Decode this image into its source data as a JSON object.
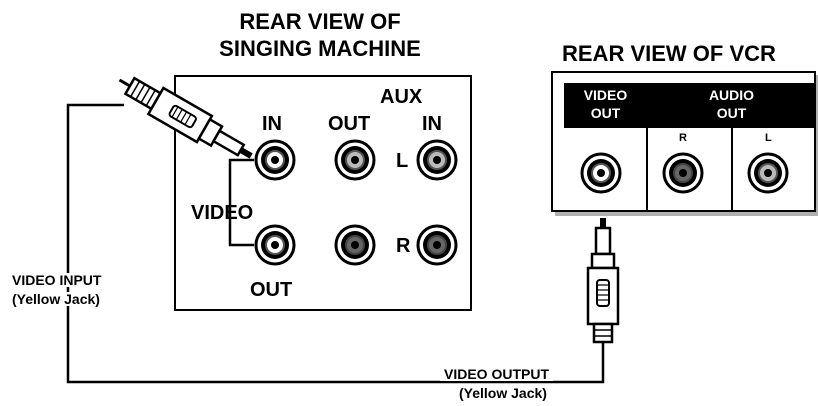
{
  "singing_machine": {
    "title_line1": "REAR VIEW OF",
    "title_line2": "SINGING MACHINE",
    "aux_label": "AUX",
    "in_label": "IN",
    "out_label": "OUT",
    "aux_in_label": "IN",
    "l_label": "L",
    "r_label": "R",
    "video_label": "VIDEO",
    "video_out_label": "OUT"
  },
  "vcr": {
    "title": "REAR VIEW OF VCR",
    "video_out_line1": "VIDEO",
    "video_out_line2": "OUT",
    "audio_out_line1": "AUDIO",
    "audio_out_line2": "OUT",
    "r_label": "R",
    "l_label": "L"
  },
  "callouts": {
    "video_input_line1": "VIDEO INPUT",
    "video_input_line2": "(Yellow Jack)",
    "video_output_line1": "VIDEO OUTPUT",
    "video_output_line2": "(Yellow Jack)"
  }
}
